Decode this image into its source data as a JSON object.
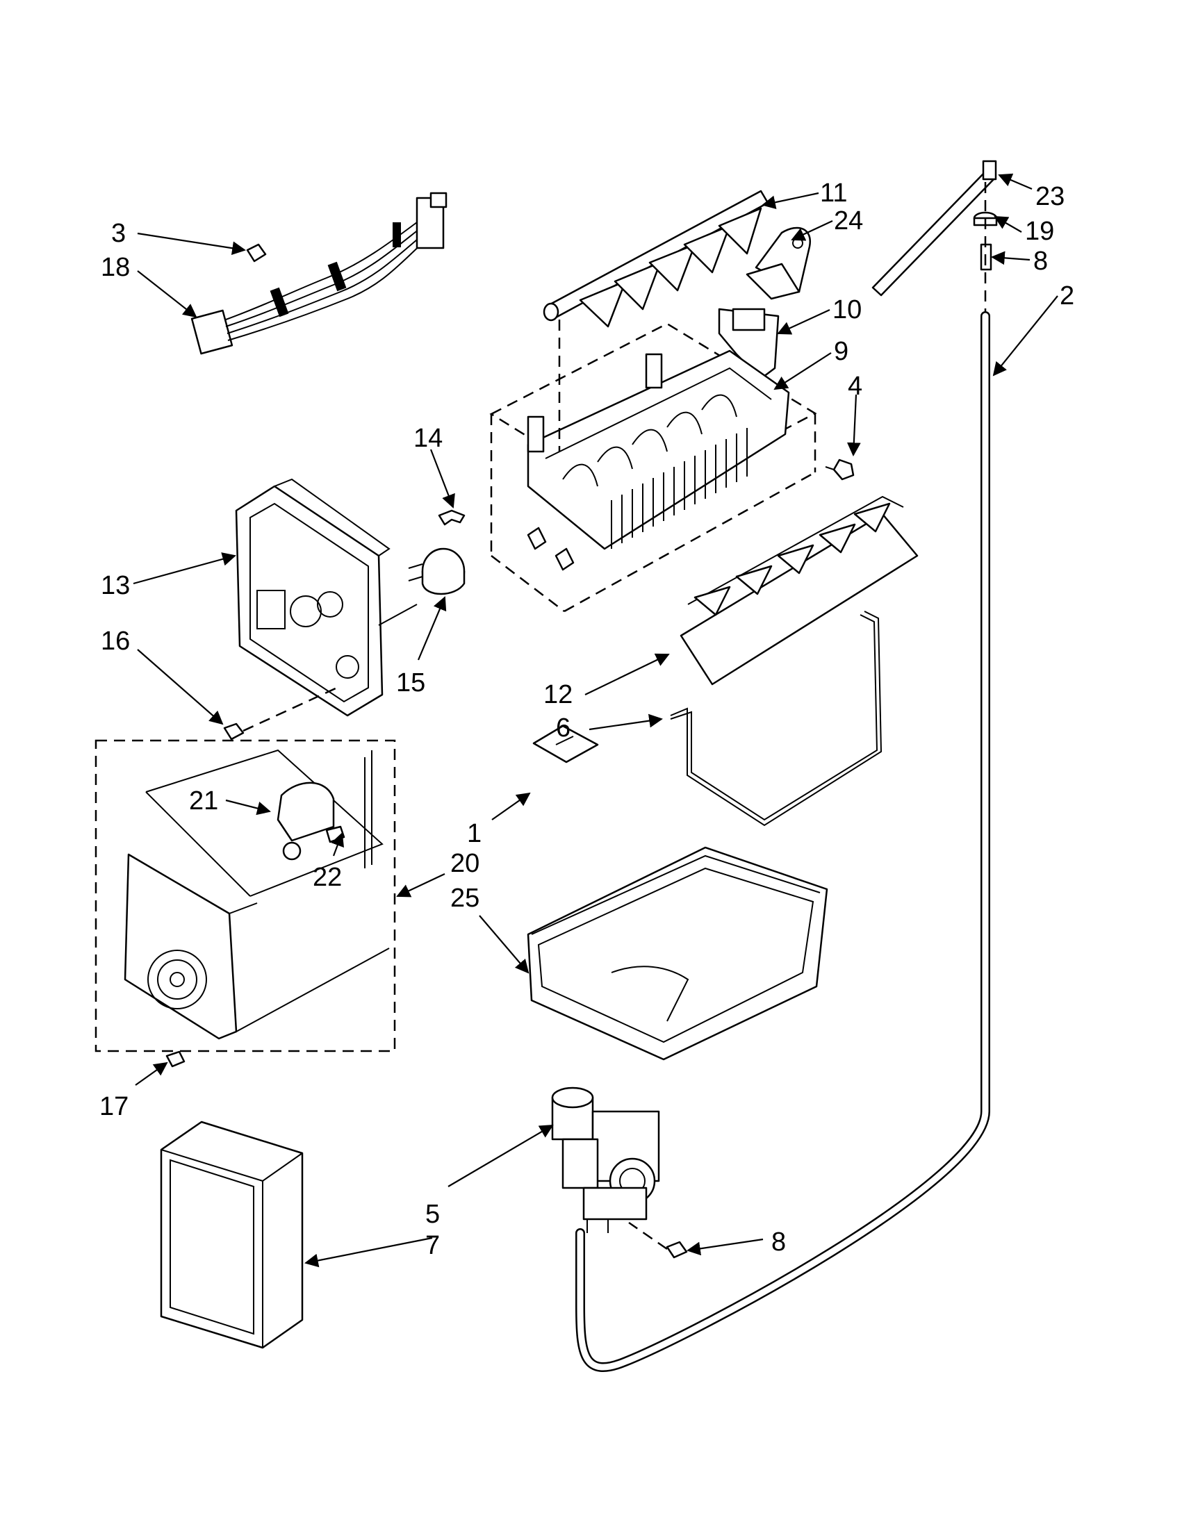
{
  "callouts": [
    {
      "id": "c23",
      "text": "23"
    },
    {
      "id": "c11",
      "text": "11"
    },
    {
      "id": "c24",
      "text": "24"
    },
    {
      "id": "c19",
      "text": "19"
    },
    {
      "id": "c8a",
      "text": "8"
    },
    {
      "id": "c2",
      "text": "2"
    },
    {
      "id": "c3",
      "text": "3"
    },
    {
      "id": "c18",
      "text": "18"
    },
    {
      "id": "c10",
      "text": "10"
    },
    {
      "id": "c9",
      "text": "9"
    },
    {
      "id": "c4",
      "text": "4"
    },
    {
      "id": "c14",
      "text": "14"
    },
    {
      "id": "c13",
      "text": "13"
    },
    {
      "id": "c15",
      "text": "15"
    },
    {
      "id": "c16",
      "text": "16"
    },
    {
      "id": "c12",
      "text": "12"
    },
    {
      "id": "c6",
      "text": "6"
    },
    {
      "id": "c21",
      "text": "21"
    },
    {
      "id": "c1",
      "text": "1"
    },
    {
      "id": "c20",
      "text": "20"
    },
    {
      "id": "c22",
      "text": "22"
    },
    {
      "id": "c25",
      "text": "25"
    },
    {
      "id": "c17",
      "text": "17"
    },
    {
      "id": "c5",
      "text": "5"
    },
    {
      "id": "c7",
      "text": "7"
    },
    {
      "id": "c8b",
      "text": "8"
    }
  ]
}
